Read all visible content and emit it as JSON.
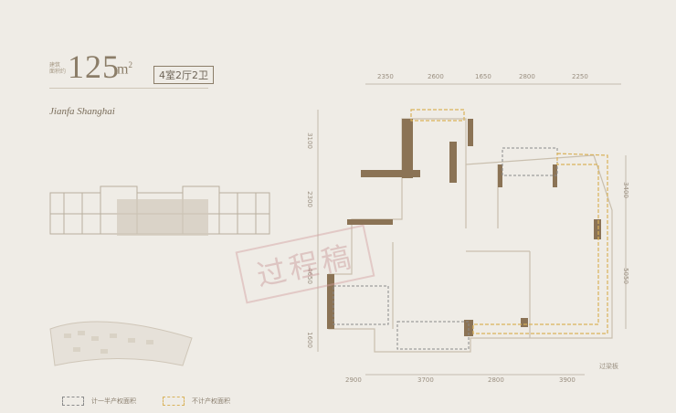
{
  "header": {
    "area_caption": "建筑\n面积约",
    "area_value": "125",
    "area_unit": "m",
    "area_unit_sup": "2",
    "room_layout": "4室2厅2卫",
    "project_name_script": "Jianfa Shanghai"
  },
  "dimensions": {
    "top": [
      "2350",
      "2600",
      "1650",
      "2800",
      "2250"
    ],
    "bottom": [
      "2900",
      "3700",
      "2800",
      "3900"
    ],
    "left": [
      "3100",
      "2300",
      "4650",
      "1600"
    ],
    "right": [
      "3400",
      "5050"
    ]
  },
  "floorplan_note": "过梁板",
  "watermark": "过程稿",
  "legend": [
    {
      "label": "计一半产权面积",
      "color": "#8a8a8a"
    },
    {
      "label": "不计产权面积",
      "color": "#d9b25a"
    }
  ],
  "colors": {
    "wall": "#8b7355",
    "bg": "#efece6",
    "accent": "#8b7d68"
  }
}
